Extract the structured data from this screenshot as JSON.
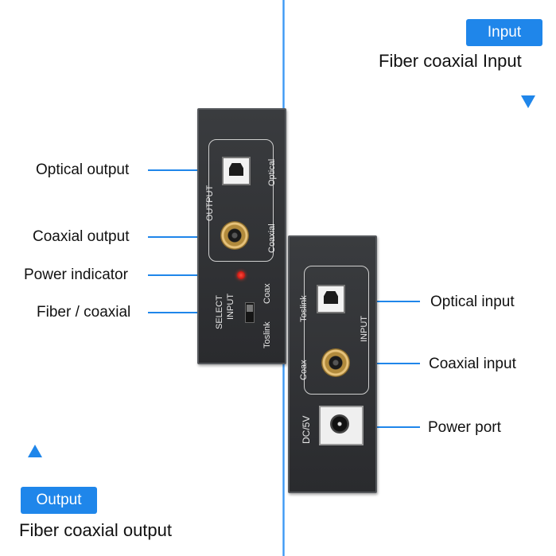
{
  "top_right": {
    "tag": "Input",
    "title": "Fiber coaxial Input"
  },
  "bottom_left": {
    "tag": "Output",
    "title": "Fiber coaxial output"
  },
  "left_callouts": {
    "optical_output": "Optical output",
    "coaxial_output": "Coaxial output",
    "power_indicator": "Power indicator",
    "fiber_coaxial": "Fiber / coaxial"
  },
  "right_callouts": {
    "optical_input": "Optical input",
    "coaxial_input": "Coaxial input",
    "power_port": "Power port"
  },
  "output_device": {
    "output": "OUTPUT",
    "optical": "Optical",
    "coaxial": "Coaxial",
    "select": "SELECT",
    "input": "INPUT",
    "coax": "Coax",
    "toslink": "Toslink"
  },
  "input_device": {
    "toslink": "Toslink",
    "input": "INPUT",
    "coax": "Coax",
    "dc": "DC/5V"
  },
  "accent_color": "#1f86ea"
}
